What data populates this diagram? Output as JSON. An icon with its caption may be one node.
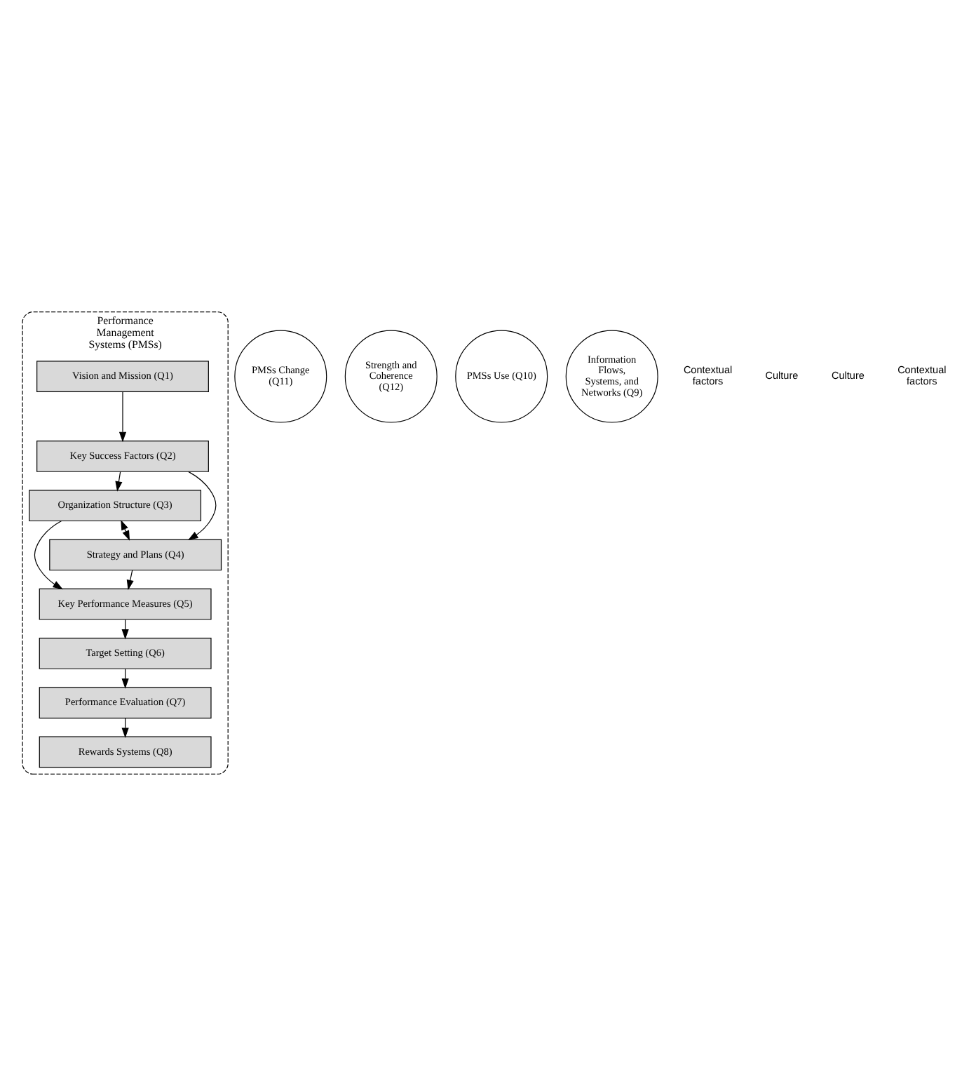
{
  "diagram": {
    "nodes": [
      {
        "text": [
          "Performance Management Systems (PMSs)"
        ]
      },
      {
        "text": [
          "PMSs Change (Q11)"
        ]
      },
      {
        "text": [
          "Strength and Coherence (Q12)"
        ]
      },
      {
        "text": [
          "Vision and Mission (Q1)"
        ],
        "in": 0
      },
      {
        "text": [
          "Key Success Factors (Q2)"
        ],
        "in": 0
      },
      {
        "text": [
          "Organization Structure (Q3)"
        ],
        "in": 0
      },
      {
        "text": [
          "Strategy and Plans (Q4)"
        ],
        "in": 0
      },
      {
        "text": [
          "Key Performance Measures (Q5)"
        ],
        "in": 0
      },
      {
        "text": [
          "Target Setting (Q6)"
        ],
        "in": 0
      },
      {
        "text": [
          "Performance Evaluation (Q7)"
        ],
        "in": 0
      },
      {
        "text": [
          "Rewards Systems (Q8)"
        ],
        "in": 0
      },
      {
        "text": [
          "PMSs Use (Q10)"
        ]
      },
      {
        "text": [
          "Information Flows, Systems, and Networks (Q9)"
        ]
      }
    ],
    "edges": [
      {
        "from": 3,
        "to": 4,
        "arrow": "to"
      },
      {
        "from": 4,
        "to": 5,
        "arrow": "to"
      },
      {
        "from": 4,
        "to": 6,
        "arrow": "to"
      },
      {
        "from": 5,
        "to": 6,
        "arrow": "both"
      },
      {
        "from": 5,
        "to": 7,
        "arrow": "to"
      },
      {
        "from": 6,
        "to": 7,
        "arrow": "to"
      },
      {
        "from": 7,
        "to": 8,
        "arrow": "to"
      },
      {
        "from": 8,
        "to": 9,
        "arrow": "to"
      },
      {
        "from": 9,
        "to": 10,
        "arrow": "to"
      }
    ],
    "labels": [
      "Contextual factors",
      "Culture",
      "Culture",
      "Contextual factors"
    ]
  }
}
